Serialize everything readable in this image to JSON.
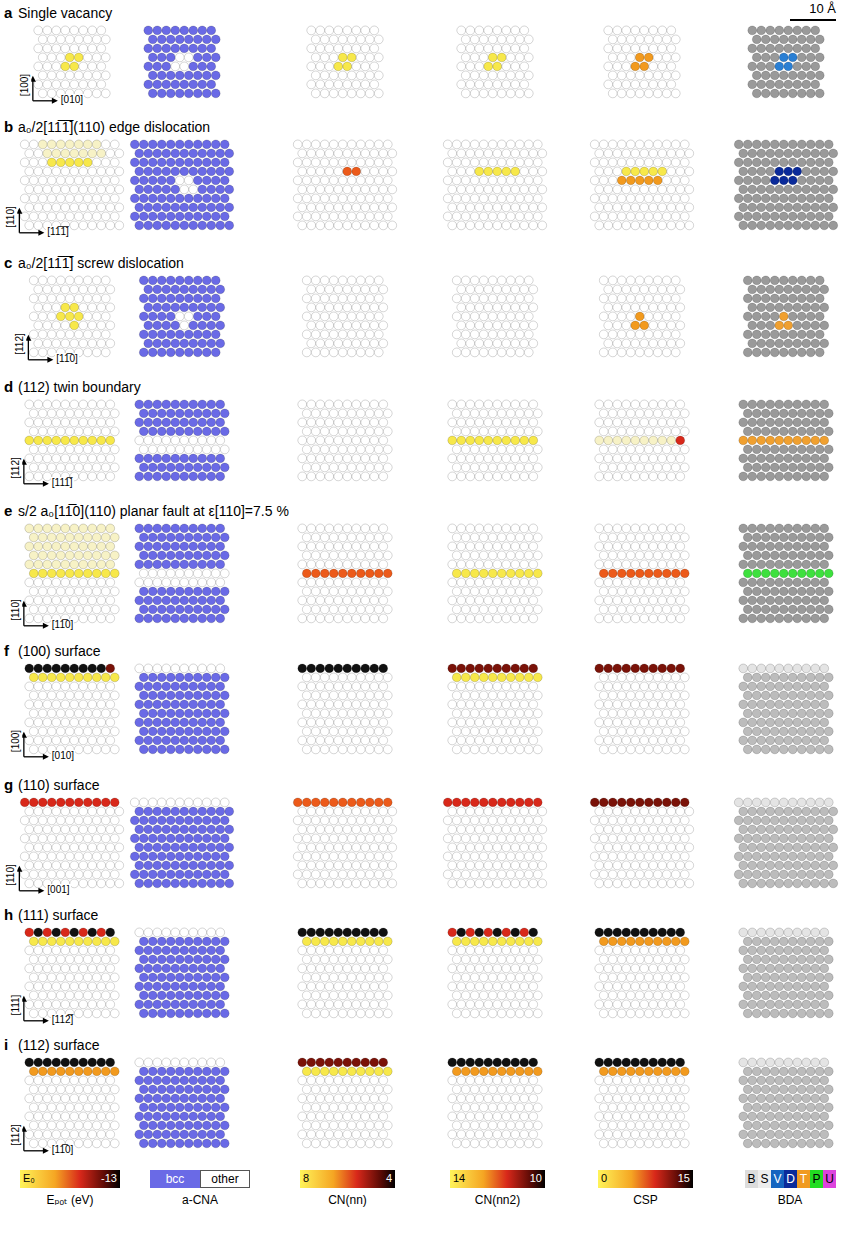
{
  "diagram": {
    "labels": [
      "a",
      "Single vacancy",
      "10 Å",
      "[100]",
      "[010]",
      "b",
      "a₀/2[11̅1̅](110) edge dislocation",
      "[110]",
      "[11̅1̅]",
      "c",
      "a₀/2[11̅1̅] screw dislocation",
      "[112]",
      "[11̅0]",
      "d",
      "(112) twin boundary",
      "[112]",
      "[111̅]",
      "e",
      "s/2 a₀[11̅0](110) planar fault at ε[110]=7.5 %",
      "[110]",
      "[11̅0]",
      "f",
      "(100) surface",
      "[100]",
      "[010]",
      "g",
      "(110) surface",
      "[110]",
      "[001]",
      "h",
      "(111) surface",
      "[111]",
      "[112̅]",
      "i",
      "(112) surface",
      "[112]",
      "[11̅0]",
      "E₀",
      "-13",
      "Eₚₒₜ (eV)",
      "a-CNA",
      "8",
      "4",
      "CN(nn)",
      "14",
      "10",
      "CN(nn2)",
      "0",
      "15",
      "CSP",
      "BDA"
    ],
    "legend": [
      {
        "text": "bcc",
        "color": "#6a6ae6"
      },
      {
        "text": "other",
        "color": "#ffffff"
      },
      {
        "text": "B",
        "color": "#dcdcdc"
      },
      {
        "text": "S",
        "color": "#ededed"
      },
      {
        "text": "V",
        "color": "#1565c0"
      },
      {
        "text": "D",
        "color": "#0a2a9a"
      },
      {
        "text": "T",
        "color": "#f09a20"
      },
      {
        "text": "P",
        "color": "#22dd22"
      },
      {
        "text": "U",
        "color": "#dd44dd"
      }
    ]
  }
}
